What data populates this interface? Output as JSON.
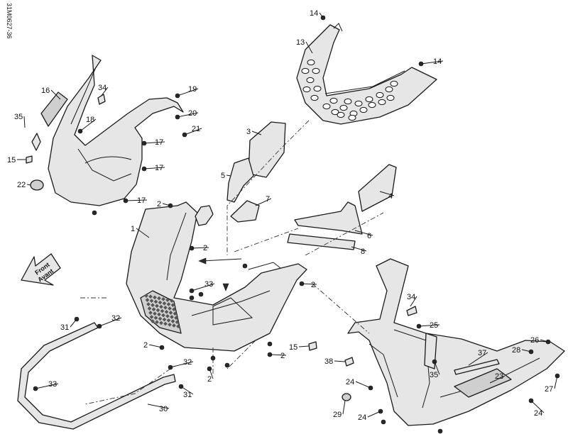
{
  "diagram": {
    "doc_ref": "31M0627-36",
    "direction_arrow": {
      "line1": "Front",
      "line2": "Avant"
    },
    "callouts": [
      {
        "id": "c14a",
        "label": "14"
      },
      {
        "id": "c13",
        "label": "13"
      },
      {
        "id": "c14b",
        "label": "14"
      },
      {
        "id": "c16",
        "label": "16"
      },
      {
        "id": "c34a",
        "label": "34"
      },
      {
        "id": "c19",
        "label": "19"
      },
      {
        "id": "c35a",
        "label": "35"
      },
      {
        "id": "c18",
        "label": "18"
      },
      {
        "id": "c20",
        "label": "20"
      },
      {
        "id": "c21",
        "label": "21"
      },
      {
        "id": "c17a",
        "label": "17"
      },
      {
        "id": "c15a",
        "label": "15"
      },
      {
        "id": "c17b",
        "label": "17"
      },
      {
        "id": "c22",
        "label": "22"
      },
      {
        "id": "c17c",
        "label": "17"
      },
      {
        "id": "c3",
        "label": "3"
      },
      {
        "id": "c5",
        "label": "5"
      },
      {
        "id": "c7",
        "label": "7"
      },
      {
        "id": "c4",
        "label": "4"
      },
      {
        "id": "c6",
        "label": "6"
      },
      {
        "id": "c8",
        "label": "8"
      },
      {
        "id": "c2a",
        "label": "2"
      },
      {
        "id": "c1",
        "label": "1"
      },
      {
        "id": "c2b",
        "label": "2"
      },
      {
        "id": "c33a",
        "label": "33"
      },
      {
        "id": "c2c",
        "label": "2"
      },
      {
        "id": "c31a",
        "label": "31"
      },
      {
        "id": "c32a",
        "label": "32"
      },
      {
        "id": "c2d",
        "label": "2"
      },
      {
        "id": "c2e",
        "label": "2"
      },
      {
        "id": "c32b",
        "label": "32"
      },
      {
        "id": "c2f",
        "label": "2"
      },
      {
        "id": "c33b",
        "label": "33"
      },
      {
        "id": "c31b",
        "label": "31"
      },
      {
        "id": "c30",
        "label": "30"
      },
      {
        "id": "c34b",
        "label": "34"
      },
      {
        "id": "c25",
        "label": "25"
      },
      {
        "id": "c15b",
        "label": "15"
      },
      {
        "id": "c38",
        "label": "38"
      },
      {
        "id": "c35b",
        "label": "35"
      },
      {
        "id": "c37",
        "label": "37"
      },
      {
        "id": "c26",
        "label": "26"
      },
      {
        "id": "c28",
        "label": "28"
      },
      {
        "id": "c23",
        "label": "23"
      },
      {
        "id": "c24a",
        "label": "24"
      },
      {
        "id": "c27",
        "label": "27"
      },
      {
        "id": "c29",
        "label": "29"
      },
      {
        "id": "c24b",
        "label": "24"
      },
      {
        "id": "c24c",
        "label": "24"
      }
    ]
  }
}
